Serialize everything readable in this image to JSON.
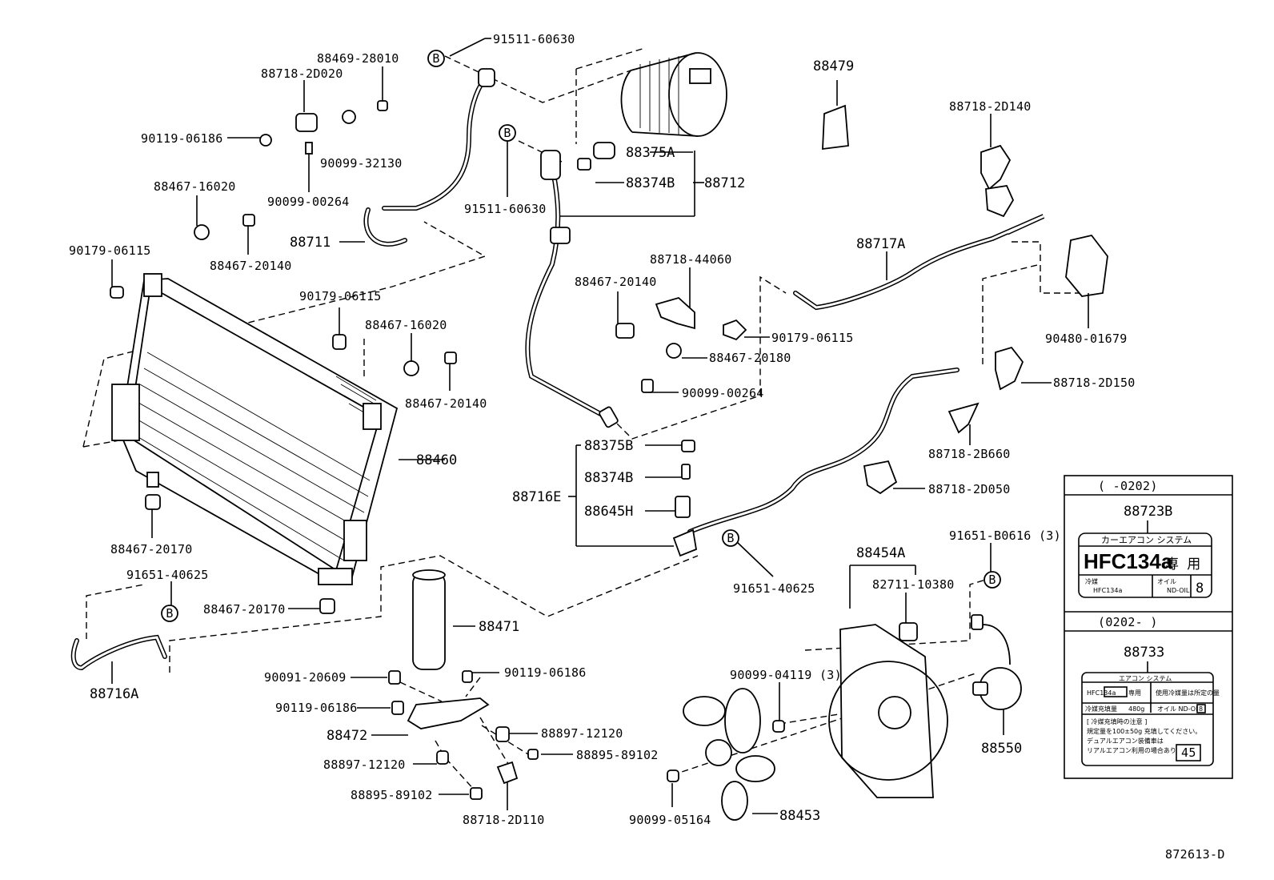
{
  "labels": {
    "p91511_60630_a": "91511-60630",
    "p88469_28010": "88469-28010",
    "p88718_2D020": "88718-2D020",
    "p90119_06186_a": "90119-06186",
    "p90099_32130": "90099-32130",
    "p90099_00264_a": "90099-00264",
    "p88467_16020_a": "88467-16020",
    "p88711": "88711",
    "p90179_06115_a": "90179-06115",
    "p88467_20140_a": "88467-20140",
    "p90179_06115_b": "90179-06115",
    "p88467_16020_b": "88467-16020",
    "p88467_20140_b": "88467-20140",
    "p88460": "88460",
    "p88467_20170_a": "88467-20170",
    "p91651_40625_a": "91651-40625",
    "p88467_20170_b": "88467-20170",
    "p88716A": "88716A",
    "p88375A": "88375A",
    "p88374B_a": "88374B",
    "p88712": "88712",
    "p91511_60630_b": "91511-60630",
    "p88718_44060": "88718-44060",
    "p88467_20140_c": "88467-20140",
    "p90179_06115_c": "90179-06115",
    "p88467_20180": "88467-20180",
    "p90099_00264_b": "90099-00264",
    "p88375B": "88375B",
    "p88374B_b": "88374B",
    "p88716E": "88716E",
    "p88645H": "88645H",
    "p91651_40625_b": "91651-40625",
    "p88471": "88471",
    "p90091_20609": "90091-20609",
    "p90119_06186_b": "90119-06186",
    "p90119_06186_c": "90119-06186",
    "p88472": "88472",
    "p88897_12120_a": "88897-12120",
    "p88897_12120_b": "88897-12120",
    "p88895_89102_a": "88895-89102",
    "p88895_89102_b": "88895-89102",
    "p88718_2D110": "88718-2D110",
    "p88479": "88479",
    "p88718_2D140": "88718-2D140",
    "p88717A": "88717A",
    "p90480_01679": "90480-01679",
    "p88718_2D150": "88718-2D150",
    "p88718_2B660": "88718-2B660",
    "p88718_2D050": "88718-2D050",
    "p91651_B0616": "91651-B0616 (3)",
    "p88454A": "88454A",
    "p82711_10380": "82711-10380",
    "p90099_04119": "90099-04119 (3)",
    "p88550": "88550",
    "p90099_05164": "90099-05164",
    "p88453": "88453",
    "bolt_marker": "B"
  },
  "inset": {
    "range1": "(        -0202)",
    "part1": "88723B",
    "label1_header": "カーエアコン システム",
    "label1_brand": "HFC134a",
    "label1_suffix": "専 用",
    "label1_row_left": "冷媒",
    "label1_row_left2": "HFC134a",
    "label1_row_mid": "オイル",
    "label1_row_mid2": "ND-OIL",
    "label1_num": "8",
    "range2": "(0202-        )",
    "part2": "88733",
    "label2_header": "エアコン システム",
    "label2_brand": "HFC134a",
    "label2_brand_suffix": "専用",
    "label2_note": "使用冷媒量は所定の量",
    "label2_row1": "冷媒充填量",
    "label2_amount": "480g",
    "label2_oil": "オイル ND-OIL",
    "label2_oilnum": "8",
    "label2_caution1": "[ 冷媒充填時の注意 ]",
    "label2_caution2": "規定量を100±50g 充填してください。",
    "label2_caution3": "デュアルエアコン装備車は",
    "label2_caution4": "リアルエアコン利用の場合あり。",
    "label2_num": "45"
  },
  "figure_code": "872613-D"
}
